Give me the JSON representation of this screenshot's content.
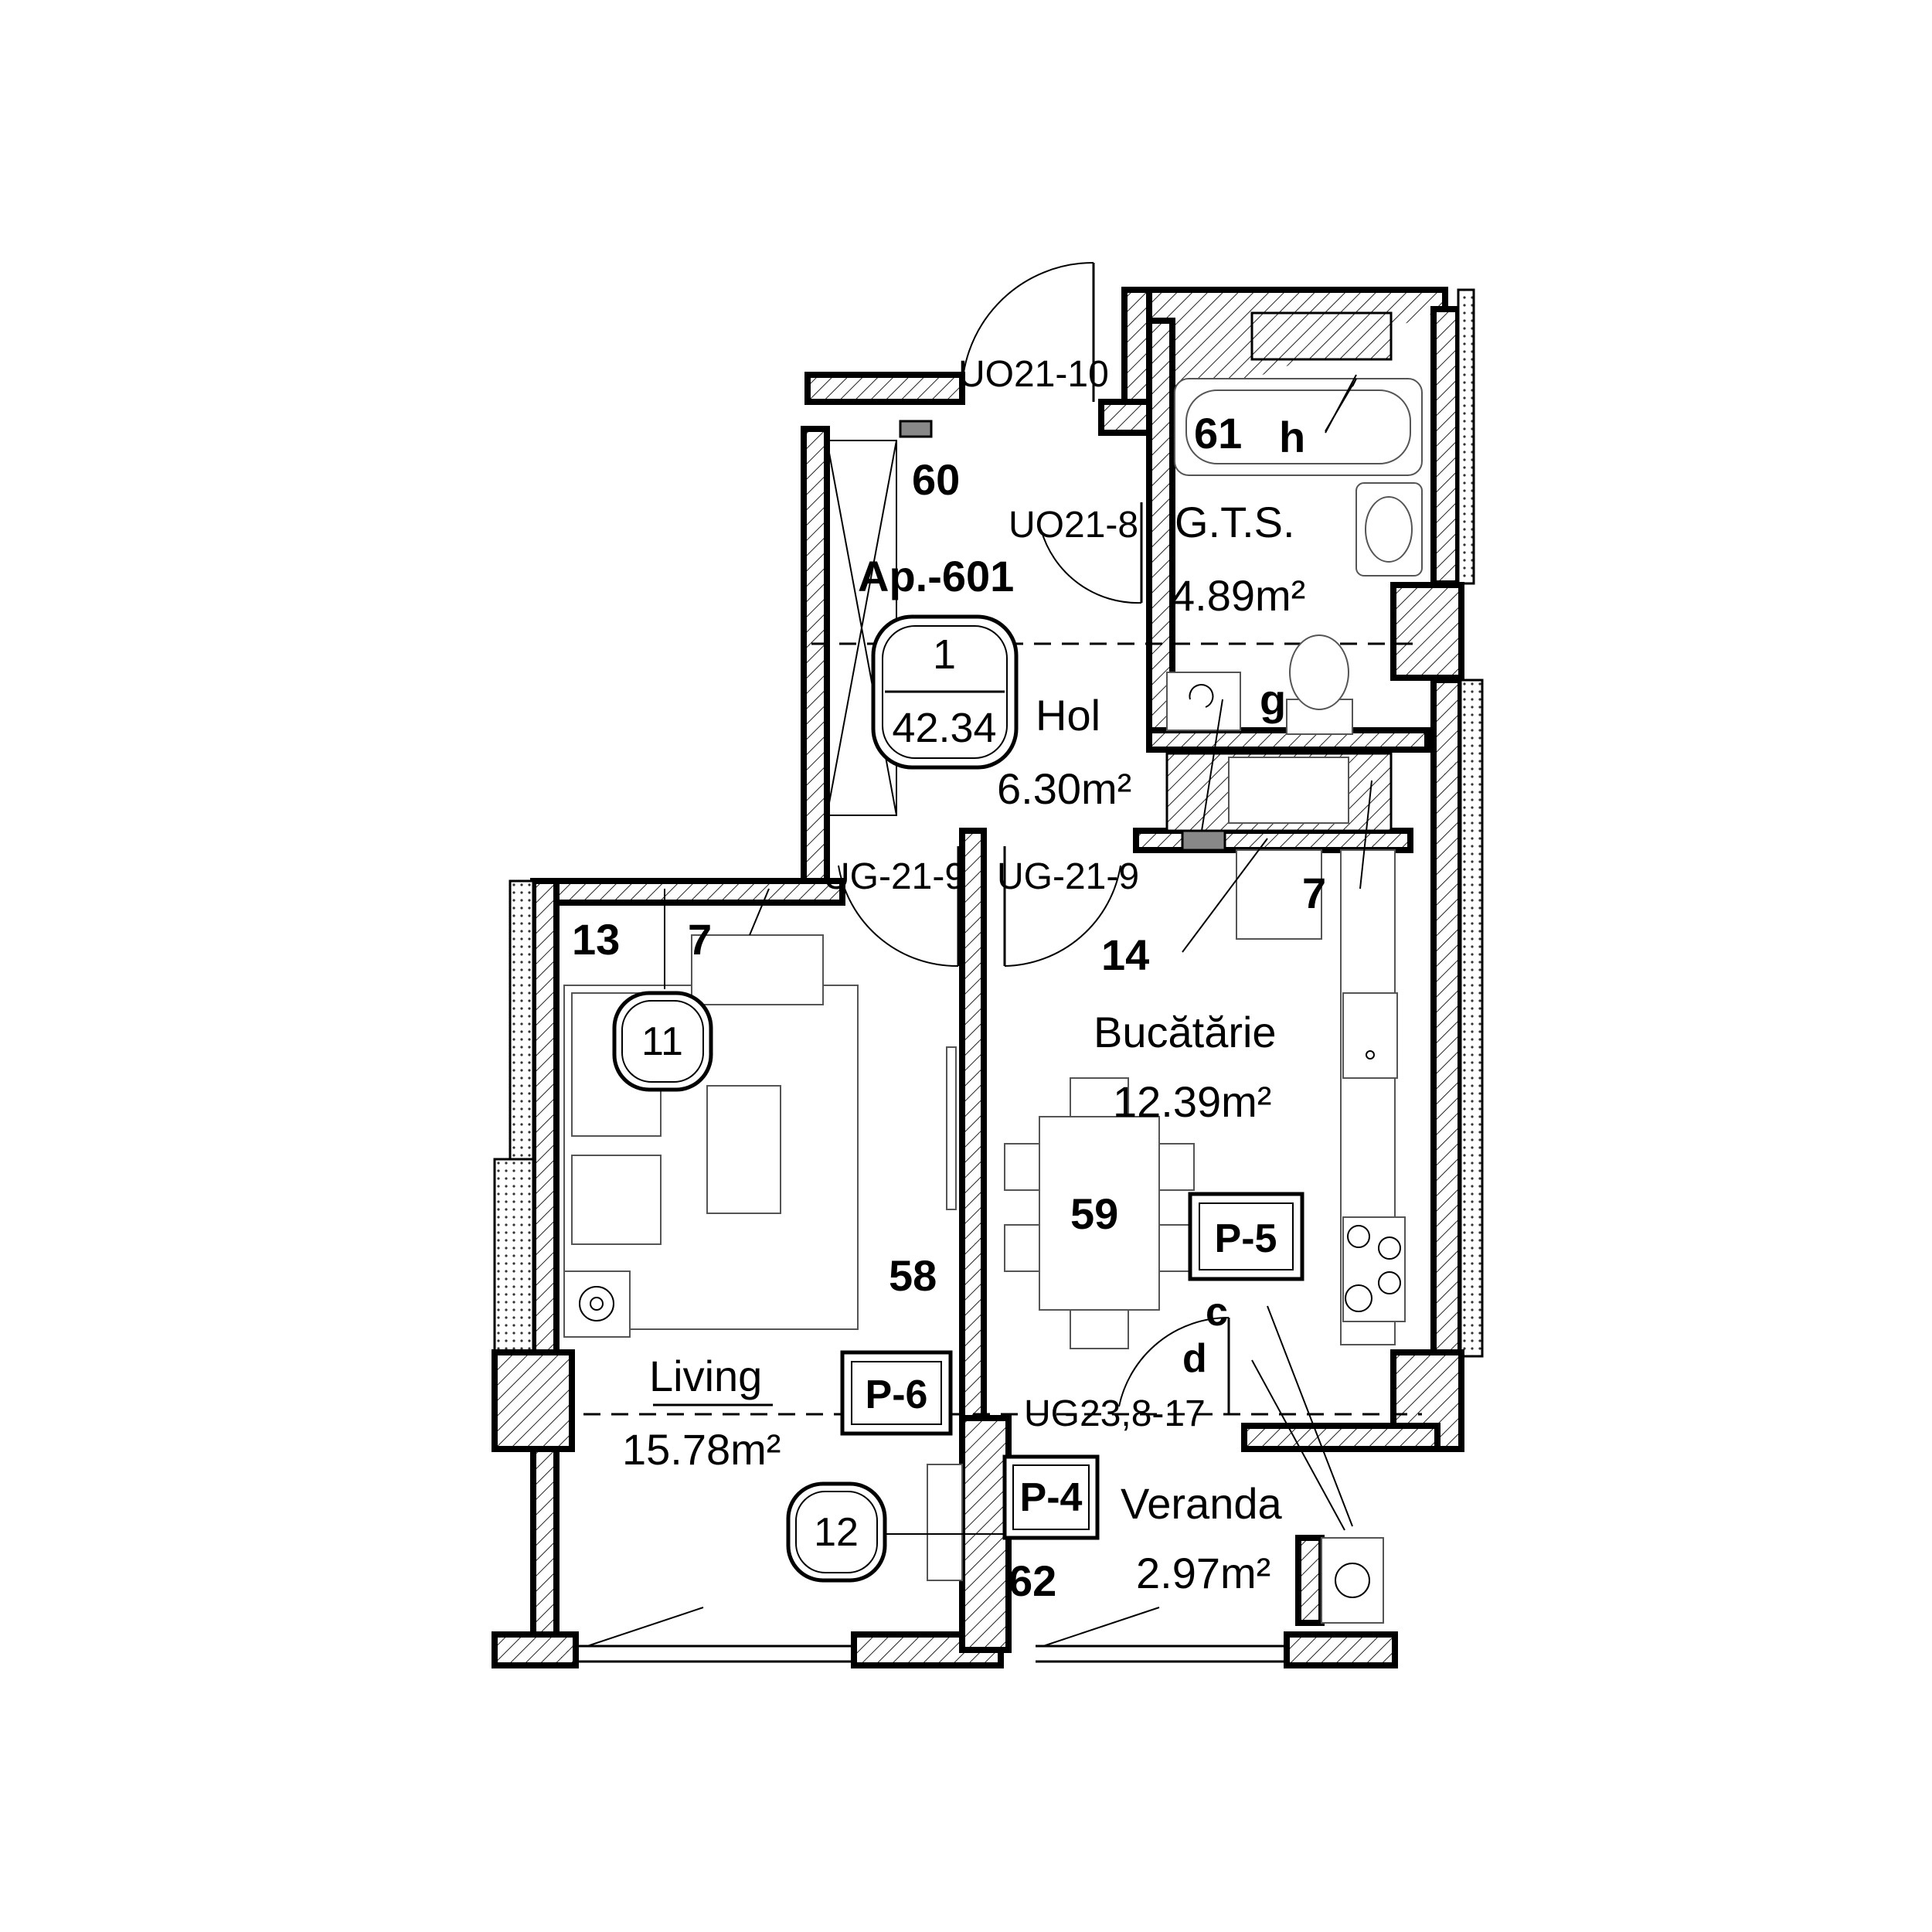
{
  "apartment": {
    "label": "Ap.-601",
    "tag_number": "1",
    "tag_area": "42.34"
  },
  "rooms": {
    "hol": {
      "name": "Hol",
      "area": "6.30m²"
    },
    "gts": {
      "name": "G.T.S.",
      "area": "4.89m²"
    },
    "bucatarie": {
      "name": "Bucătărie",
      "area": "12.39m²"
    },
    "living": {
      "name": "Living",
      "area": "15.78m²"
    },
    "veranda": {
      "name": "Veranda",
      "area": "2.97m²"
    }
  },
  "doors": {
    "entry": "UO21-10",
    "bathroom": "UO21-8",
    "living": "UG-21-9",
    "kitchen": "UG-21-9",
    "veranda": "UG23,8-17"
  },
  "panels": {
    "p6": "P-6",
    "p5": "P-5",
    "p4": "P-4"
  },
  "circles": {
    "c11": "11",
    "c12": "12"
  },
  "markers": {
    "m60": "60",
    "m61": "61",
    "h": "h",
    "g": "g",
    "m7_kitchen": "7",
    "m14": "14",
    "m13": "13",
    "m7_living": "7",
    "m58": "58",
    "m59": "59",
    "m62": "62",
    "c": "c",
    "d": "d"
  }
}
